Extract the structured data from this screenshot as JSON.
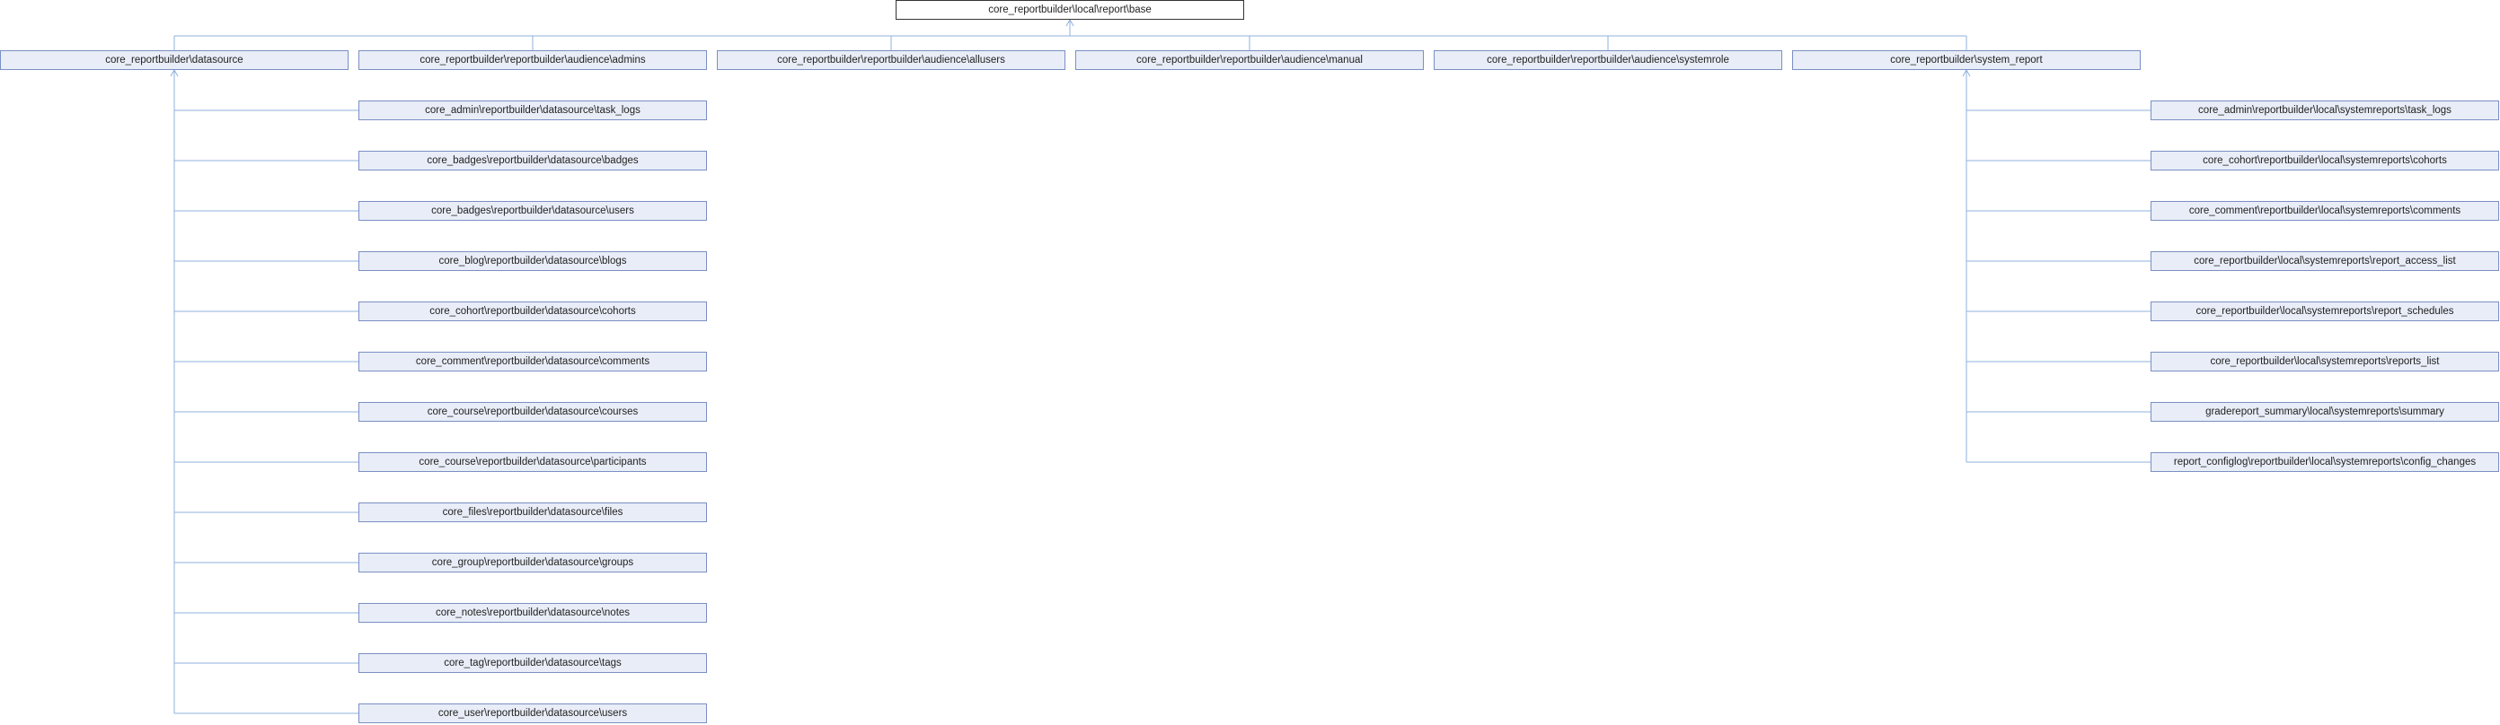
{
  "root": {
    "label": "core_reportbuilder\\local\\report\\base"
  },
  "level1": [
    {
      "label": "core_reportbuilder\\datasource"
    },
    {
      "label": "core_reportbuilder\\reportbuilder\\audience\\admins"
    },
    {
      "label": "core_reportbuilder\\reportbuilder\\audience\\allusers"
    },
    {
      "label": "core_reportbuilder\\reportbuilder\\audience\\manual"
    },
    {
      "label": "core_reportbuilder\\reportbuilder\\audience\\systemrole"
    },
    {
      "label": "core_reportbuilder\\system_report"
    }
  ],
  "datasource_children": [
    {
      "label": "core_admin\\reportbuilder\\datasource\\task_logs"
    },
    {
      "label": "core_badges\\reportbuilder\\datasource\\badges"
    },
    {
      "label": "core_badges\\reportbuilder\\datasource\\users"
    },
    {
      "label": "core_blog\\reportbuilder\\datasource\\blogs"
    },
    {
      "label": "core_cohort\\reportbuilder\\datasource\\cohorts"
    },
    {
      "label": "core_comment\\reportbuilder\\datasource\\comments"
    },
    {
      "label": "core_course\\reportbuilder\\datasource\\courses"
    },
    {
      "label": "core_course\\reportbuilder\\datasource\\participants"
    },
    {
      "label": "core_files\\reportbuilder\\datasource\\files"
    },
    {
      "label": "core_group\\reportbuilder\\datasource\\groups"
    },
    {
      "label": "core_notes\\reportbuilder\\datasource\\notes"
    },
    {
      "label": "core_tag\\reportbuilder\\datasource\\tags"
    },
    {
      "label": "core_user\\reportbuilder\\datasource\\users"
    }
  ],
  "system_report_children": [
    {
      "label": "core_admin\\reportbuilder\\local\\systemreports\\task_logs"
    },
    {
      "label": "core_cohort\\reportbuilder\\local\\systemreports\\cohorts"
    },
    {
      "label": "core_comment\\reportbuilder\\local\\systemreports\\comments"
    },
    {
      "label": "core_reportbuilder\\local\\systemreports\\report_access_list"
    },
    {
      "label": "core_reportbuilder\\local\\systemreports\\report_schedules"
    },
    {
      "label": "core_reportbuilder\\local\\systemreports\\reports_list"
    },
    {
      "label": "gradereport_summary\\local\\systemreports\\summary"
    },
    {
      "label": "report_configlog\\reportbuilder\\local\\systemreports\\config_changes"
    }
  ],
  "colors": {
    "node_fill": "#e8edf7",
    "node_border": "#7a8fc4",
    "root_border": "#333333",
    "connector": "#8fb0dc"
  }
}
